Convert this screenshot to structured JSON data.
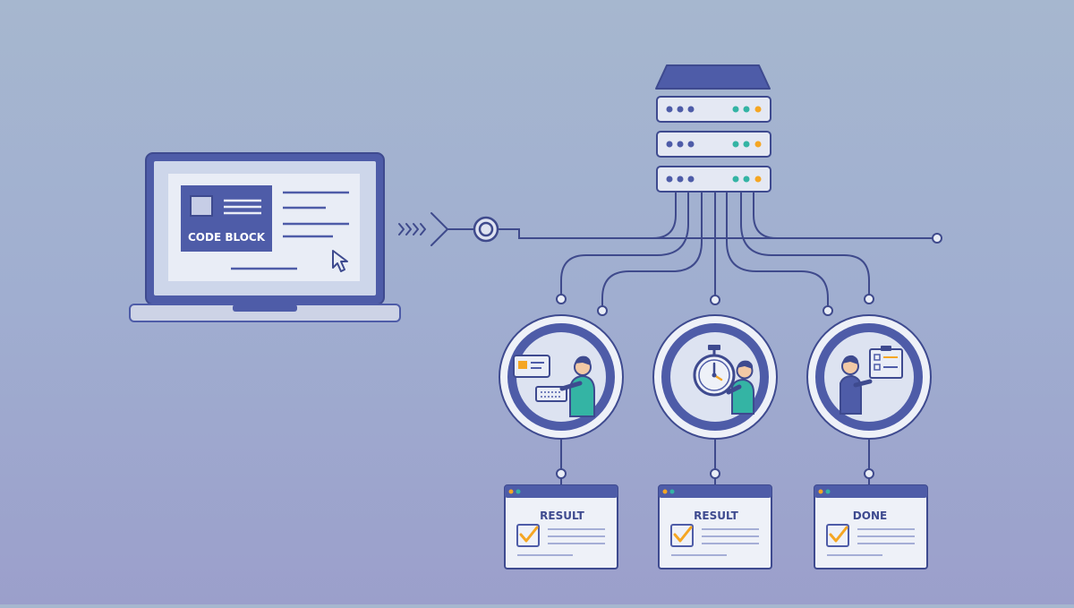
{
  "laptop": {
    "code_block_label": "CODE BLOCK"
  },
  "result_cards": [
    {
      "title": "RESULT"
    },
    {
      "title": "RESULT"
    },
    {
      "title": "DONE"
    }
  ],
  "colors": {
    "primary": "#4e5ca8",
    "outline": "#3e4a8f",
    "panel": "#e9edf6",
    "accent_teal": "#34b4a4",
    "accent_orange": "#f5a623",
    "line": "#3f4a8c"
  },
  "icons": {
    "cursor": "cursor-arrow-icon",
    "hub": "connector-node-icon",
    "server": "server-rack-icon",
    "worker_1": "person-typing-icon",
    "worker_2": "stopwatch-person-icon",
    "worker_3": "person-checklist-icon",
    "check": "checkmark-icon"
  }
}
